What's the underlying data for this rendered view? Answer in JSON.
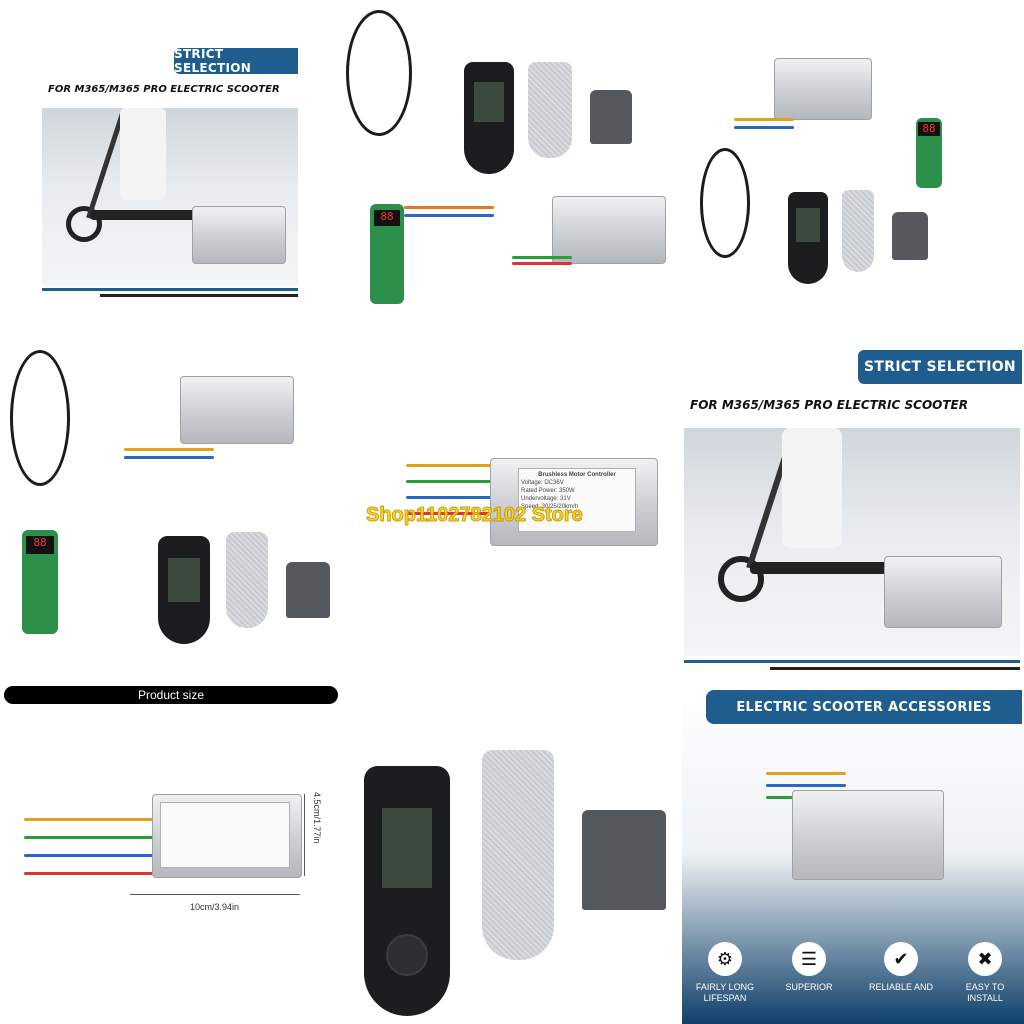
{
  "tile1": {
    "banner": "STRICT SELECTION",
    "subtitle": "FOR M365/M365 PRO ELECTRIC SCOOTER"
  },
  "tile6": {
    "banner": "STRICT SELECTION",
    "subtitle": "FOR M365/M365 PRO ELECTRIC SCOOTER"
  },
  "controller_label": {
    "title": "Brushless Motor Controller",
    "voltage": "Voltage: DC36V",
    "power": "Rated Power: 350W",
    "undervoltage": "Undervoltage: 31V",
    "speed": "Speed: 30/25/20km/h"
  },
  "watermark": "Shop1102782102 Store",
  "size_bar": "Product size",
  "dims": {
    "height": "4.5cm/1.77in",
    "width": "10cm/3.94in"
  },
  "accessories_banner": "ELECTRIC SCOOTER ACCESSORIES",
  "features": [
    {
      "icon": "gear-icon",
      "label": "FAIRLY LONG LIFESPAN"
    },
    {
      "icon": "layers-icon",
      "label": "SUPERIOR"
    },
    {
      "icon": "thumbs-up-icon",
      "label": "RELIABLE AND"
    },
    {
      "icon": "tools-icon",
      "label": "EASY TO INSTALL"
    }
  ],
  "colors": {
    "brand_blue": "#1f5d8e",
    "watermark": "#ffd400"
  }
}
